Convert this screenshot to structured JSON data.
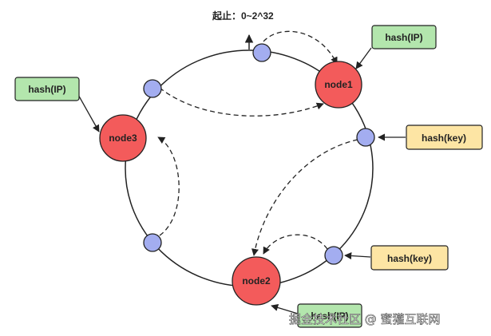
{
  "range_label": "起止：0~2^32",
  "nodes": {
    "node1": "node1",
    "node2": "node2",
    "node3": "node3"
  },
  "labels": {
    "hash_ip_top_right": "hash(IP)",
    "hash_ip_left": "hash(IP)",
    "hash_key_right": "hash(key)",
    "hash_key_bottom_right": "hash(key)",
    "hash_ip_bottom": "hash(IP)"
  },
  "watermark": "掘金技术社区 @ 蜜獾互联网",
  "colors": {
    "node_fill": "#f35b5b",
    "point_fill": "#a3adf0",
    "ip_box_fill": "#b3e6ad",
    "key_box_fill": "#fde5a4",
    "stroke": "#222222"
  }
}
